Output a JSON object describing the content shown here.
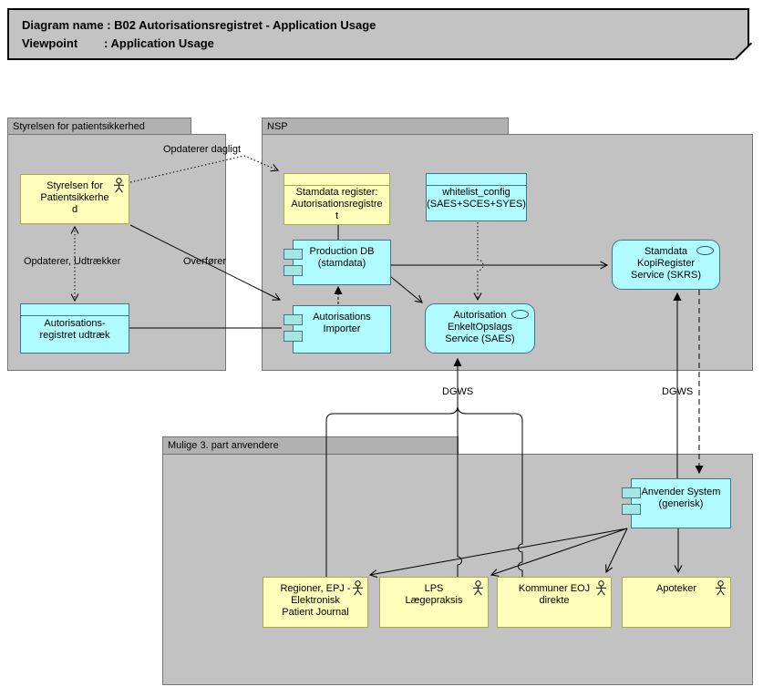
{
  "title": {
    "line1": "Diagram name : B02 Autorisationsregistret - Application Usage",
    "line2": "Viewpoint        : Application Usage"
  },
  "groups": {
    "styrelsen": {
      "label": "Styrelsen for patientsikkerhed"
    },
    "nsp": {
      "label": "NSP"
    },
    "anvendere": {
      "label": "Mulige 3. part anvendere"
    }
  },
  "nodes": {
    "styrelsen_actor": {
      "label": "Styrelsen for\nPatientsikkerhe\nd",
      "type": "business-actor"
    },
    "autorisationsregistret_udtraek": {
      "label": "Autorisations-\nregistret udtræk",
      "type": "data-object"
    },
    "stamdata_register": {
      "label": "Stamdata register:\nAutorisationsregistre\nt",
      "type": "data-object"
    },
    "whitelist_config": {
      "label": "whitelist_config\n(SAES+SCES+SYES)",
      "type": "data-object"
    },
    "production_db": {
      "label": "Production DB\n(stamdata)",
      "type": "application-component"
    },
    "autorisations_importer": {
      "label": "Autorisations\nImporter",
      "type": "application-component"
    },
    "saes": {
      "label": "Autorisation\nEnkeltOpslags\nService (SAES)",
      "type": "application-service"
    },
    "skrs": {
      "label": "Stamdata\nKopiRegister\nService (SKRS)",
      "type": "application-service"
    },
    "anvender_system": {
      "label": "Anvender System\n(generisk)",
      "type": "application-component"
    },
    "regioner": {
      "label": "Regioner, EPJ -\nElektronisk\nPatient Journal",
      "type": "business-actor"
    },
    "lps": {
      "label": "LPS\nLægepraksis",
      "type": "business-actor"
    },
    "kommuner": {
      "label": "Kommuner EOJ\ndirekte",
      "type": "business-actor"
    },
    "apoteker": {
      "label": "Apoteker",
      "type": "business-actor"
    }
  },
  "edge_labels": {
    "opdaterer_dagligt": "Opdaterer dagligt",
    "opdaterer_udtraekker": "Opdaterer, Udtrækker",
    "overfoerer": "Overfører",
    "dgws_left": "DGWS",
    "dgws_right": "DGWS"
  },
  "icons": {
    "actor": "stick-figure-icon",
    "service": "oval-icon",
    "component": "component-tabs-icon"
  },
  "colors": {
    "group_fill": "#c2c2c2",
    "group_tab_fill": "#b1b1b1",
    "group_border": "#757575",
    "business_fill": "#ffffbb",
    "business_border": "#a9a952",
    "application_fill": "#b0fbff",
    "application_border": "#41768a",
    "title_fill": "#c3c3c3",
    "line": "#000000"
  }
}
